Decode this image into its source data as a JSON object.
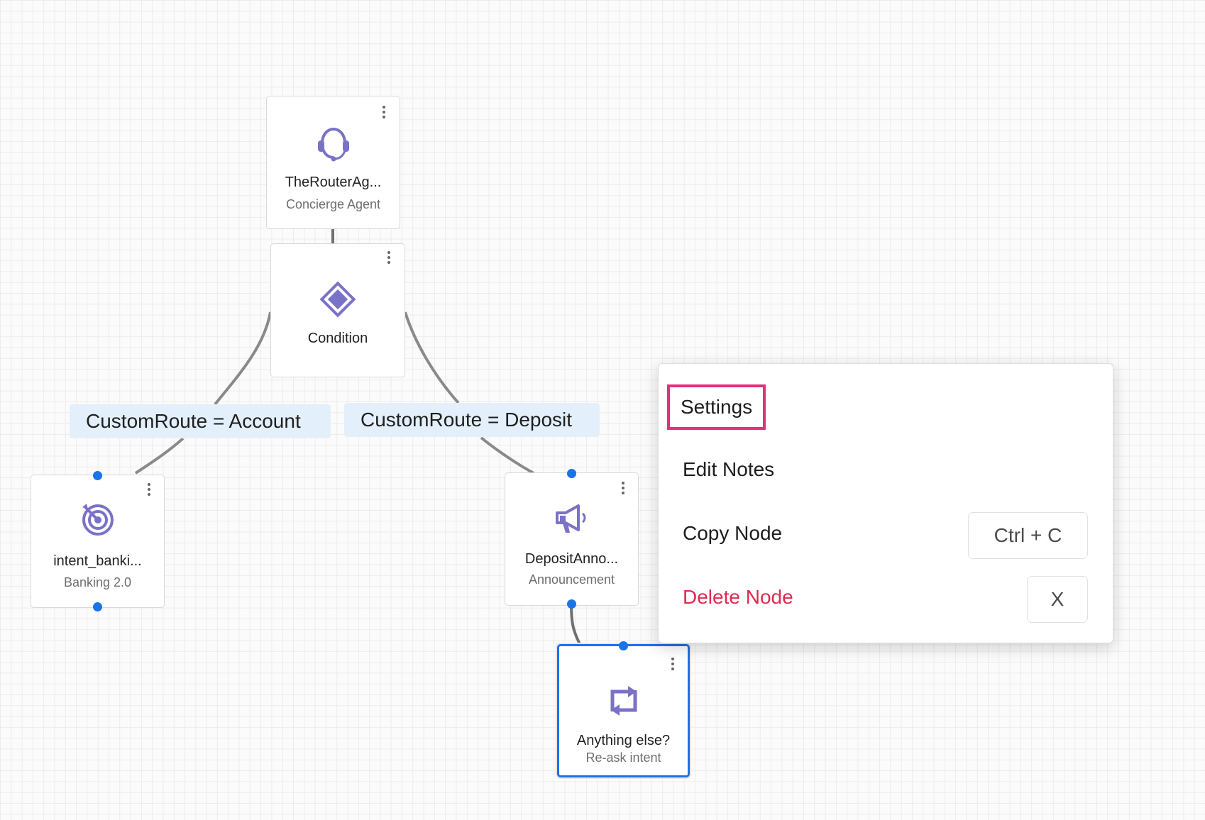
{
  "colors": {
    "accent": "#1a73e8",
    "icon": "#7a72c7",
    "edge_label_bg": "#e3f0fc",
    "danger": "#e0294f",
    "highlight_border": "#e0327a"
  },
  "nodes": [
    {
      "id": "router",
      "title": "TheRouterAg...",
      "subtitle": "Concierge Agent",
      "icon": "headset-icon"
    },
    {
      "id": "condition",
      "title": "Condition",
      "subtitle": "",
      "icon": "diamond-icon"
    },
    {
      "id": "banking",
      "title": "intent_banki...",
      "subtitle": "Banking 2.0",
      "icon": "target-icon"
    },
    {
      "id": "deposit",
      "title": "DepositAnno...",
      "subtitle": "Announcement",
      "icon": "megaphone-icon"
    },
    {
      "id": "reask",
      "title": "Anything else?",
      "subtitle": "Re-ask intent",
      "icon": "repeat-icon",
      "selected": true
    }
  ],
  "edge_labels": [
    "CustomRoute = Account",
    "CustomRoute = Deposit"
  ],
  "context_menu": {
    "items": [
      {
        "label": "Settings",
        "shortcut": "",
        "highlighted": true
      },
      {
        "label": "Edit Notes",
        "shortcut": ""
      },
      {
        "label": "Copy Node",
        "shortcut": "Ctrl + C"
      },
      {
        "label": "Delete Node",
        "shortcut": "X",
        "danger": true
      }
    ]
  }
}
